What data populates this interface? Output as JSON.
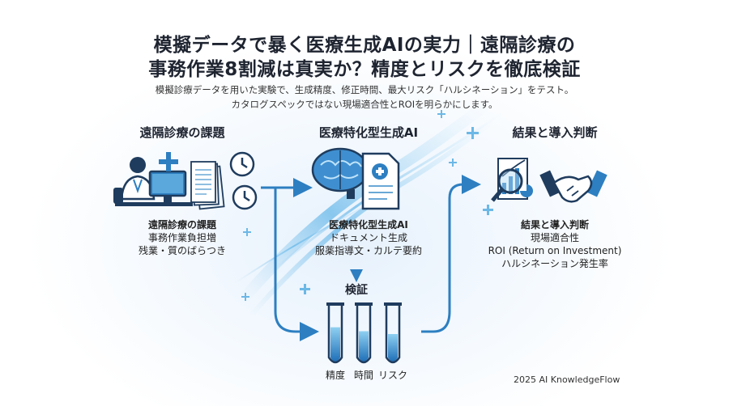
{
  "title": {
    "line1": "模擬データで暴く医療生成AIの実力｜遠隔診療の",
    "line2": "事務作業8割減は真実か？精度とリスクを徹底検証"
  },
  "subtitle": {
    "line1": "模擬診療データを用いた実験で、生成精度、修正時間、最大リスク「ハルシネーション」をテスト。",
    "line2": "カタログスペックではない現場適合性とROIを明らかにします。"
  },
  "columns": {
    "left": {
      "heading": "遠隔診療の課題",
      "label_title": "遠隔診療の課題",
      "label_line1": "事務作業負担増",
      "label_line2": "残業・質のばらつき",
      "icons": [
        "doctor-at-computer-icon",
        "document-stack-icon",
        "clock-icon",
        "plus-icon"
      ]
    },
    "center": {
      "heading": "医療特化型生成AI",
      "label_title": "医療特化型生成AI",
      "label_line1": "ドキュメント生成",
      "label_line2": "服薬指導文・カルテ要約",
      "icons": [
        "brain-icon",
        "medical-document-icon"
      ]
    },
    "right": {
      "heading": "結果と導入判断",
      "label_title": "結果と導入判断",
      "label_line1": "現場適合性",
      "label_line2": "ROI (Return on Investment)",
      "label_line3": "ハルシネーション発生率",
      "icons": [
        "magnifier-chart-icon",
        "handshake-icon"
      ]
    }
  },
  "verification": {
    "heading": "検証",
    "tubes": [
      {
        "label": "精度",
        "fill": 0.62
      },
      {
        "label": "時間",
        "fill": 0.55
      },
      {
        "label": "リスク",
        "fill": 0.5
      }
    ]
  },
  "footer": "2025 AI KnowledgeFlow",
  "colors": {
    "accent_blue": "#2d7fc1",
    "light_blue": "#7fc3ec",
    "dark_text": "#1e2430",
    "navy": "#1f3c5e"
  }
}
